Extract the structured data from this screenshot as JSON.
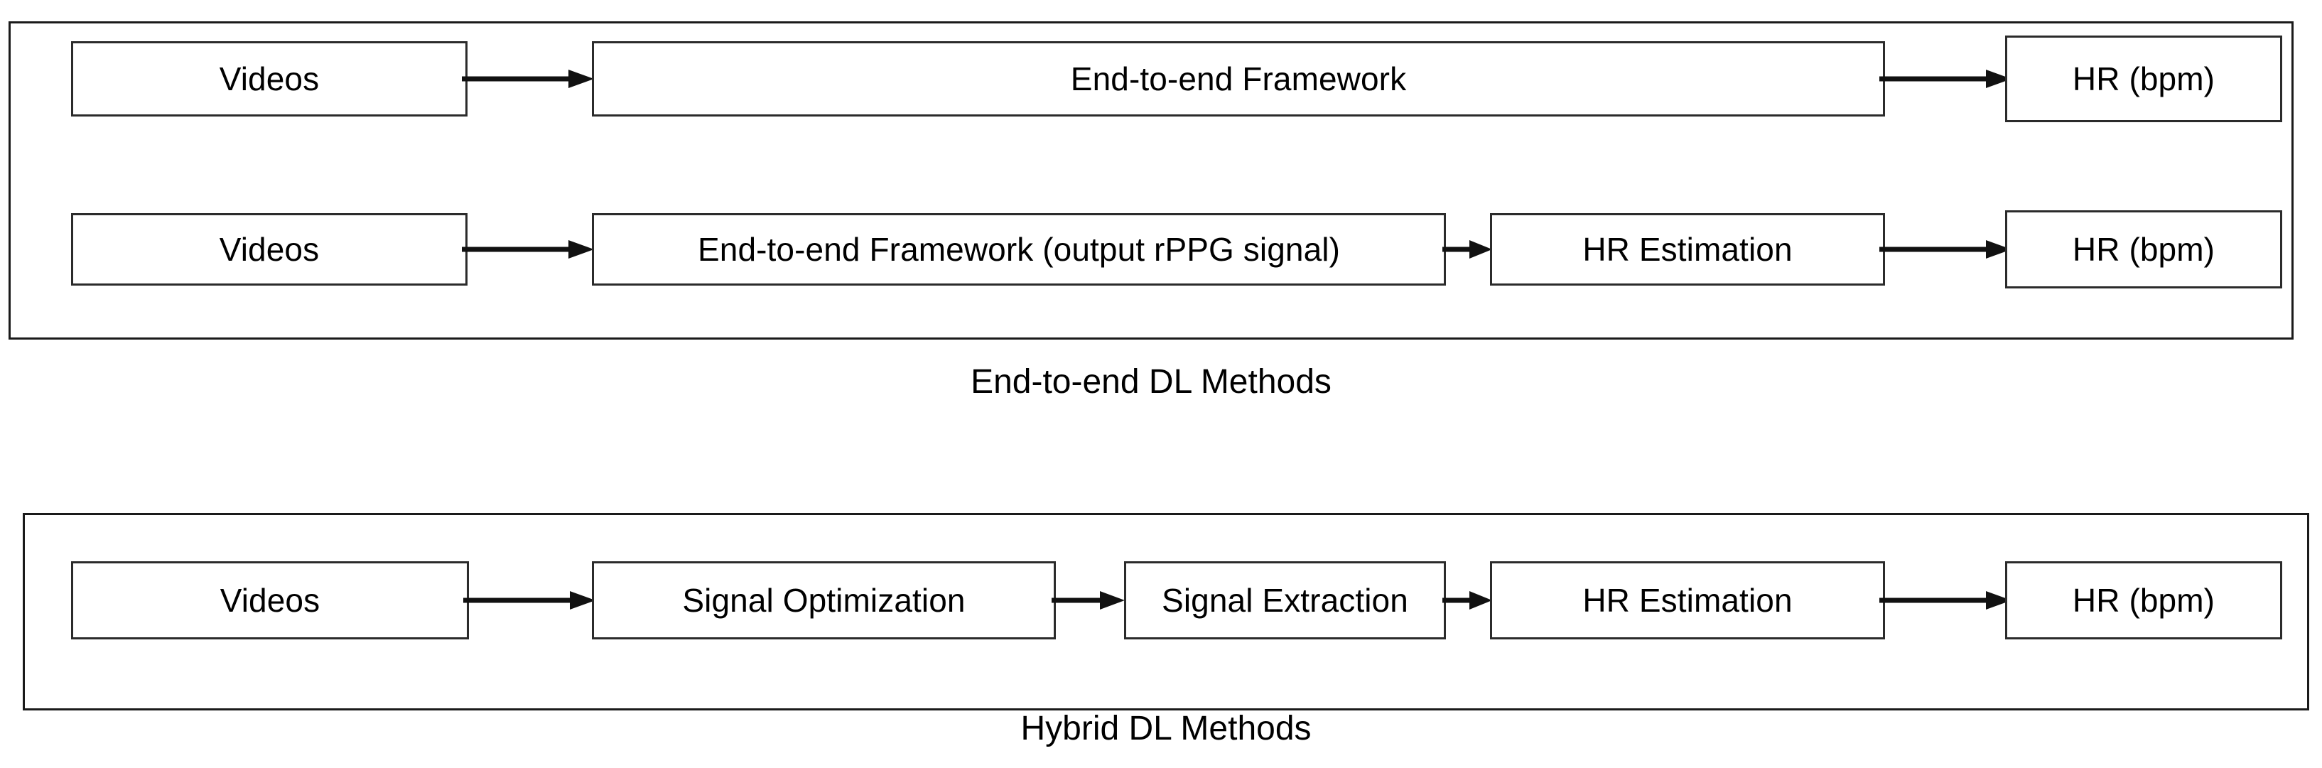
{
  "figure": {
    "type": "flow-diagram",
    "background_color": "#ffffff",
    "line_color": "#1a1a1a",
    "text_color": "#000000"
  },
  "groups": [
    {
      "id": "end-to-end-dl-methods",
      "caption": "End-to-end DL Methods",
      "rows": [
        {
          "id": "end-to-end-direct-hr",
          "nodes": [
            {
              "label": "Videos"
            },
            {
              "label": "End-to-end Framework"
            },
            {
              "label": "HR (bpm)"
            }
          ],
          "connectors": [
            "arrow-right",
            "arrow-right"
          ]
        },
        {
          "id": "end-to-end-rppg-then-hr",
          "nodes": [
            {
              "label": "Videos"
            },
            {
              "label": "End-to-end Framework (output rPPG signal)"
            },
            {
              "label": "HR Estimation"
            },
            {
              "label": "HR (bpm)"
            }
          ],
          "connectors": [
            "arrow-right",
            "arrow-right",
            "arrow-right"
          ]
        }
      ]
    },
    {
      "id": "hybrid-dl-methods",
      "caption": "Hybrid DL Methods",
      "rows": [
        {
          "id": "hybrid-pipeline",
          "nodes": [
            {
              "label": "Videos"
            },
            {
              "label": "Signal Optimization"
            },
            {
              "label": "Signal Extraction"
            },
            {
              "label": "HR Estimation"
            },
            {
              "label": "HR (bpm)"
            }
          ],
          "connectors": [
            "arrow-right",
            "arrow-right",
            "arrow-right",
            "arrow-right"
          ]
        }
      ]
    }
  ]
}
